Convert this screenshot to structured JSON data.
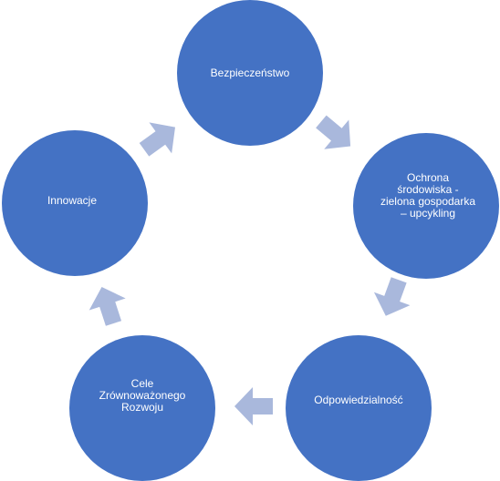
{
  "diagram": {
    "colors": {
      "node_fill": "#4472c4",
      "arrow_fill": "#a9b8dc",
      "text": "#ffffff"
    },
    "nodes": [
      {
        "id": "bezpieczenstwo",
        "label": "Bezpieczeństwo"
      },
      {
        "id": "ochrona",
        "label": "Ochrona\nśrodowiska -\nzielona gospodarka\n– upcykling"
      },
      {
        "id": "odpowiedzialnosc",
        "label": "Odpowiedzialność"
      },
      {
        "id": "cele",
        "label": "Cele\nZrównoważonego\nRozwoju"
      },
      {
        "id": "innowacje",
        "label": "Innowacje"
      }
    ],
    "connectors": [
      {
        "from": "bezpieczenstwo",
        "to": "ochrona"
      },
      {
        "from": "ochrona",
        "to": "odpowiedzialnosc"
      },
      {
        "from": "odpowiedzialnosc",
        "to": "cele"
      },
      {
        "from": "cele",
        "to": "innowacje"
      },
      {
        "from": "innowacje",
        "to": "bezpieczenstwo"
      }
    ]
  }
}
